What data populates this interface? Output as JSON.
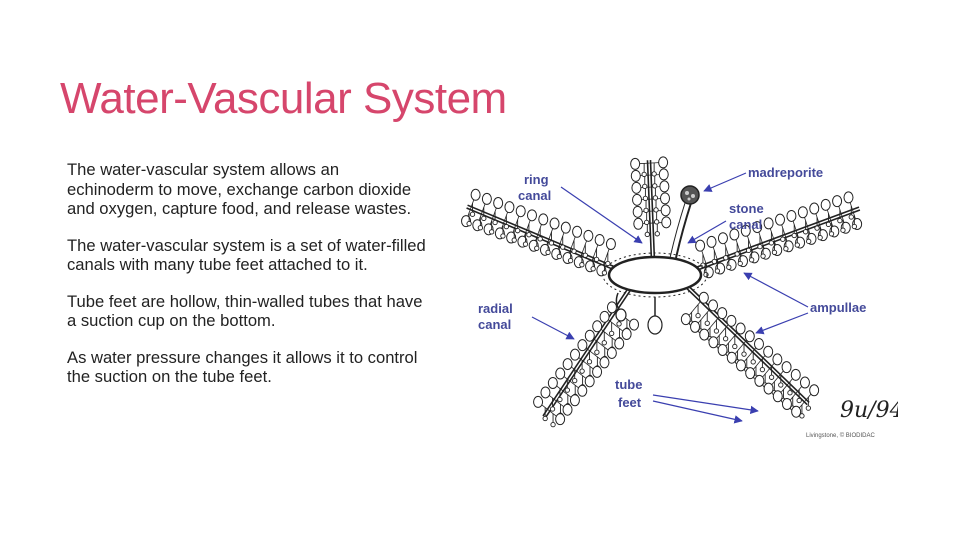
{
  "slide": {
    "title": "Water-Vascular System",
    "paragraphs": [
      "The water-vascular system allows an echinoderm to move, exchange carbon dioxide and oxygen, capture food, and release wastes.",
      "The water-vascular system is a set of water-filled canals with many tube feet attached to it.",
      "Tube feet are hollow, thin-walled tubes that have a suction cup on the bottom.",
      "As water pressure changes it allows it to control the suction on the tube feet."
    ]
  },
  "diagram": {
    "labels": {
      "ring_line1": "ring",
      "ring_line2": "canal",
      "madreporite": "madreporite",
      "stone_line1": "stone",
      "stone_line2": "canal",
      "radial_line1": "radial",
      "radial_line2": "canal",
      "ampullae": "ampullae",
      "tube_line1": "tube",
      "tube_line2": "feet"
    },
    "signature": "9u/94",
    "credit": "Livingstone, © BIODIDAC"
  },
  "colors": {
    "title": "#d6466c",
    "label": "#444a9a",
    "arrow": "#3a3fb0",
    "body_text": "#222222"
  }
}
